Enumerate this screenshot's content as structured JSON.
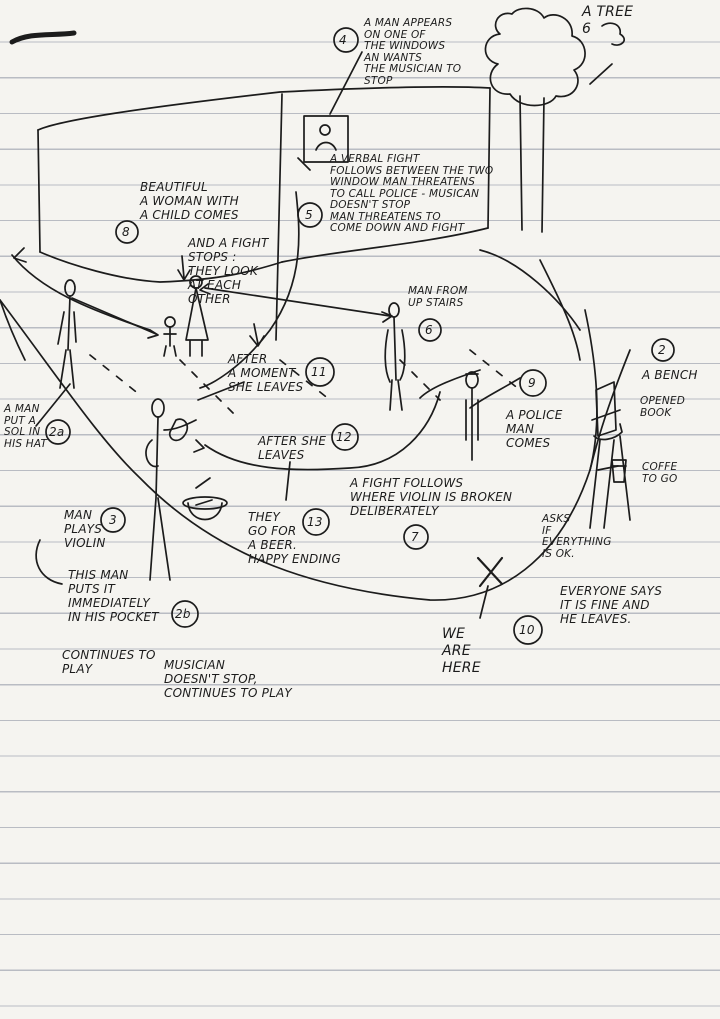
{
  "notes": {
    "tree_label": "A TREE\n6",
    "window_man": "A MAN APPEARS\nON ONE OF\nTHE WINDOWS\nAN WANTS\nTHE MUSICIAN TO\nSTOP",
    "window_num": "4",
    "verbal_fight": "A VERBAL FIGHT\nFOLLOWS BETWEEN THE TWO\nWINDOW MAN THREATENS\nTO CALL POLICE - MUSICAN\nDOESN'T STOP\nMAN THREATENS TO\nCOME DOWN AND FIGHT",
    "verbal_num": "5",
    "woman": "BEAUTIFUL\nA WOMAN WITH\nA CHILD COMES",
    "woman_num": "8",
    "fight_stops": "AND A FIGHT\nSTOPS :\nTHEY LOOK\nAT EACH\nOTHER",
    "man_upstairs": "MAN FROM\nUP STAIRS",
    "man_upstairs_num": "6",
    "bench_num": "2",
    "bench": "A BENCH",
    "opened_book": "OPENED\nBOOK",
    "coffee": "COFFE\nTO GO",
    "after_moment": "AFTER\nA MOMENT\nSHE LEAVES",
    "after_moment_num": "11",
    "police_num": "9",
    "police": "A POLICE\nMAN\nCOMES",
    "after_she": "AFTER SHE\nLEAVES",
    "after_she_num": "12",
    "man_put": "A MAN\nPUT A\nSOL IN\nHIS HAT",
    "man_put_num": "2a",
    "fight_follows": "A FIGHT FOLLOWS\nWHERE VIOLIN IS BROKEN\nDELIBERATELY",
    "fight_follows_num": "7",
    "man_plays": "MAN\nPLAYS\nVIOLIN",
    "man_plays_num": "3",
    "beer": "THEY\nGO FOR\nA BEER.\nHAPPY ENDING",
    "beer_num": "13",
    "asks": "ASKS\nIF\nEVERYTHING\nIS OK.",
    "pocket": "THIS MAN\nPUTS IT\nIMMEDIATELY\nIN HIS POCKET",
    "pocket_num": "2b",
    "everyone": "EVERYONE SAYS\nIT IS FINE AND\nHE LEAVES.",
    "everyone_num": "10",
    "we_are_here": "WE\nARE\nHERE",
    "continues": "CONTINUES TO\nPLAY",
    "musician": "MUSICIAN\nDOESN'T STOP,\nCONTINUES TO PLAY"
  }
}
